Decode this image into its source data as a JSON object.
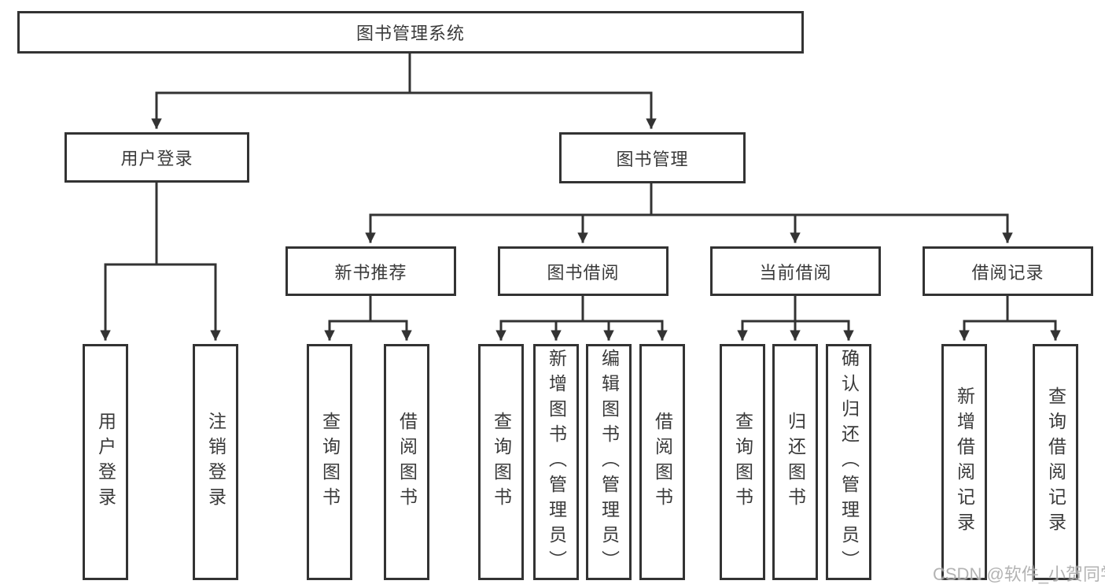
{
  "diagram": {
    "type": "hierarchy-tree",
    "root": {
      "label": "图书管理系统",
      "children": [
        {
          "label": "用户登录",
          "children": [
            {
              "label": "用户登录"
            },
            {
              "label": "注销登录"
            }
          ]
        },
        {
          "label": "图书管理",
          "children": [
            {
              "label": "新书推荐",
              "children": [
                {
                  "label": "查询图书"
                },
                {
                  "label": "借阅图书"
                }
              ]
            },
            {
              "label": "图书借阅",
              "children": [
                {
                  "label": "查询图书"
                },
                {
                  "label": "新增图书（管理员）"
                },
                {
                  "label": "编辑图书（管理员）"
                },
                {
                  "label": "借阅图书"
                }
              ]
            },
            {
              "label": "当前借阅",
              "children": [
                {
                  "label": "查询图书"
                },
                {
                  "label": "归还图书"
                },
                {
                  "label": "确认归还（管理员）"
                }
              ]
            },
            {
              "label": "借阅记录",
              "children": [
                {
                  "label": "新增借阅记录"
                },
                {
                  "label": "查询借阅记录"
                }
              ]
            }
          ]
        }
      ]
    },
    "colors": {
      "line": "#333333",
      "box_border": "#333333",
      "box_background": "#ffffff",
      "text": "#3a3a3a"
    }
  },
  "watermark": {
    "text": "CSDN @软件_小贺同学",
    "color": "#9e9e9e"
  }
}
